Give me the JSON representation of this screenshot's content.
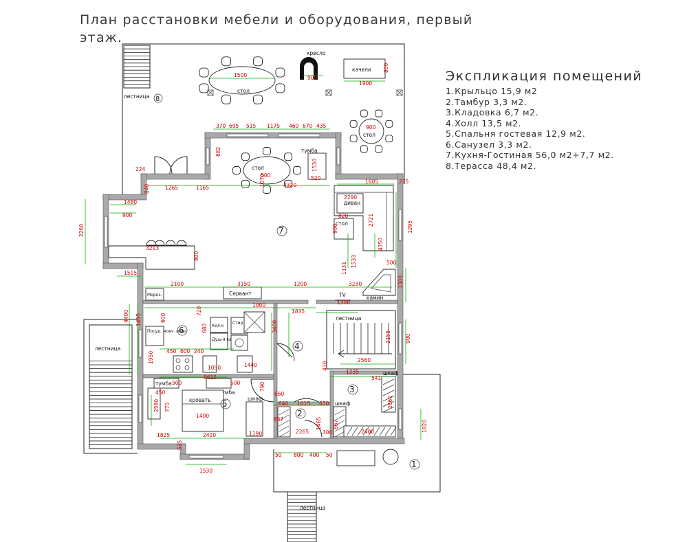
{
  "title": "План расстановки мебели и оборудования, первый этаж.",
  "legend": {
    "heading": "Экспликация помещений",
    "items": [
      "1.Крыльцо 15,9 м2",
      "2.Тамбур 3,3 м2.",
      "3.Кладовка 6,7 м2.",
      "4.Холл 13,5 м2.",
      "5.Спальня гостевая 12,9 м2.",
      "6.Санузел 3,3 м2.",
      "7.Кухня-Гостиная 56,0 м2+7,7 м2.",
      "8.Терасса 48,4 м2."
    ]
  },
  "labels": {
    "stairs": "лестница",
    "armchair": "кресло",
    "swing": "качели",
    "table": "стол",
    "nightstand": "тумба",
    "sofa": "диван",
    "sideboard": "Сервант",
    "fireplace": "камин",
    "tv": "TV",
    "fridge": "Мороз.",
    "bed": "кровать",
    "wardrobe": "шкаф",
    "dishwasher": "Посуд. моеч. маш.",
    "boiler": "Кол-к",
    "shower": "Душ-я кабина",
    "washer": "Стир маш."
  },
  "room_numbers": [
    "1",
    "2",
    "3",
    "4",
    "5",
    "6",
    "7",
    "8"
  ],
  "dimensions": {
    "terrace": [
      "1500",
      "900",
      "800",
      "1900",
      "900"
    ],
    "bay": [
      "370",
      "695",
      "515",
      "1175",
      "460",
      "670",
      "435",
      "682",
      "1530",
      "520",
      "1070",
      "4320",
      "500"
    ],
    "living": [
      "224",
      "840",
      "1265",
      "1165",
      "1480",
      "900",
      "2260",
      "2290",
      "820",
      "2721",
      "900",
      "4750",
      "1605",
      "1295",
      "215",
      "3213",
      "800",
      "1515",
      "2100",
      "3150",
      "1200",
      "3230",
      "1300",
      "1131",
      "1533",
      "500"
    ],
    "core": [
      "1000",
      "1835",
      "1300",
      "720",
      "680",
      "3400",
      "1440",
      "600",
      "240",
      "450",
      "1050",
      "1495",
      "4400",
      "1950",
      "600",
      "2155",
      "900",
      "2560",
      "410",
      "1235",
      "541",
      "2660",
      "790",
      "660"
    ],
    "lower": [
      "500",
      "8615",
      "500",
      "450",
      "2580",
      "770",
      "1400",
      "1190",
      "1825",
      "2410",
      "535",
      "1530",
      "640",
      "1015",
      "610",
      "867",
      "2265",
      "1465",
      "300",
      "867",
      "2400",
      "1820",
      "50",
      "800",
      "400",
      "50"
    ]
  }
}
